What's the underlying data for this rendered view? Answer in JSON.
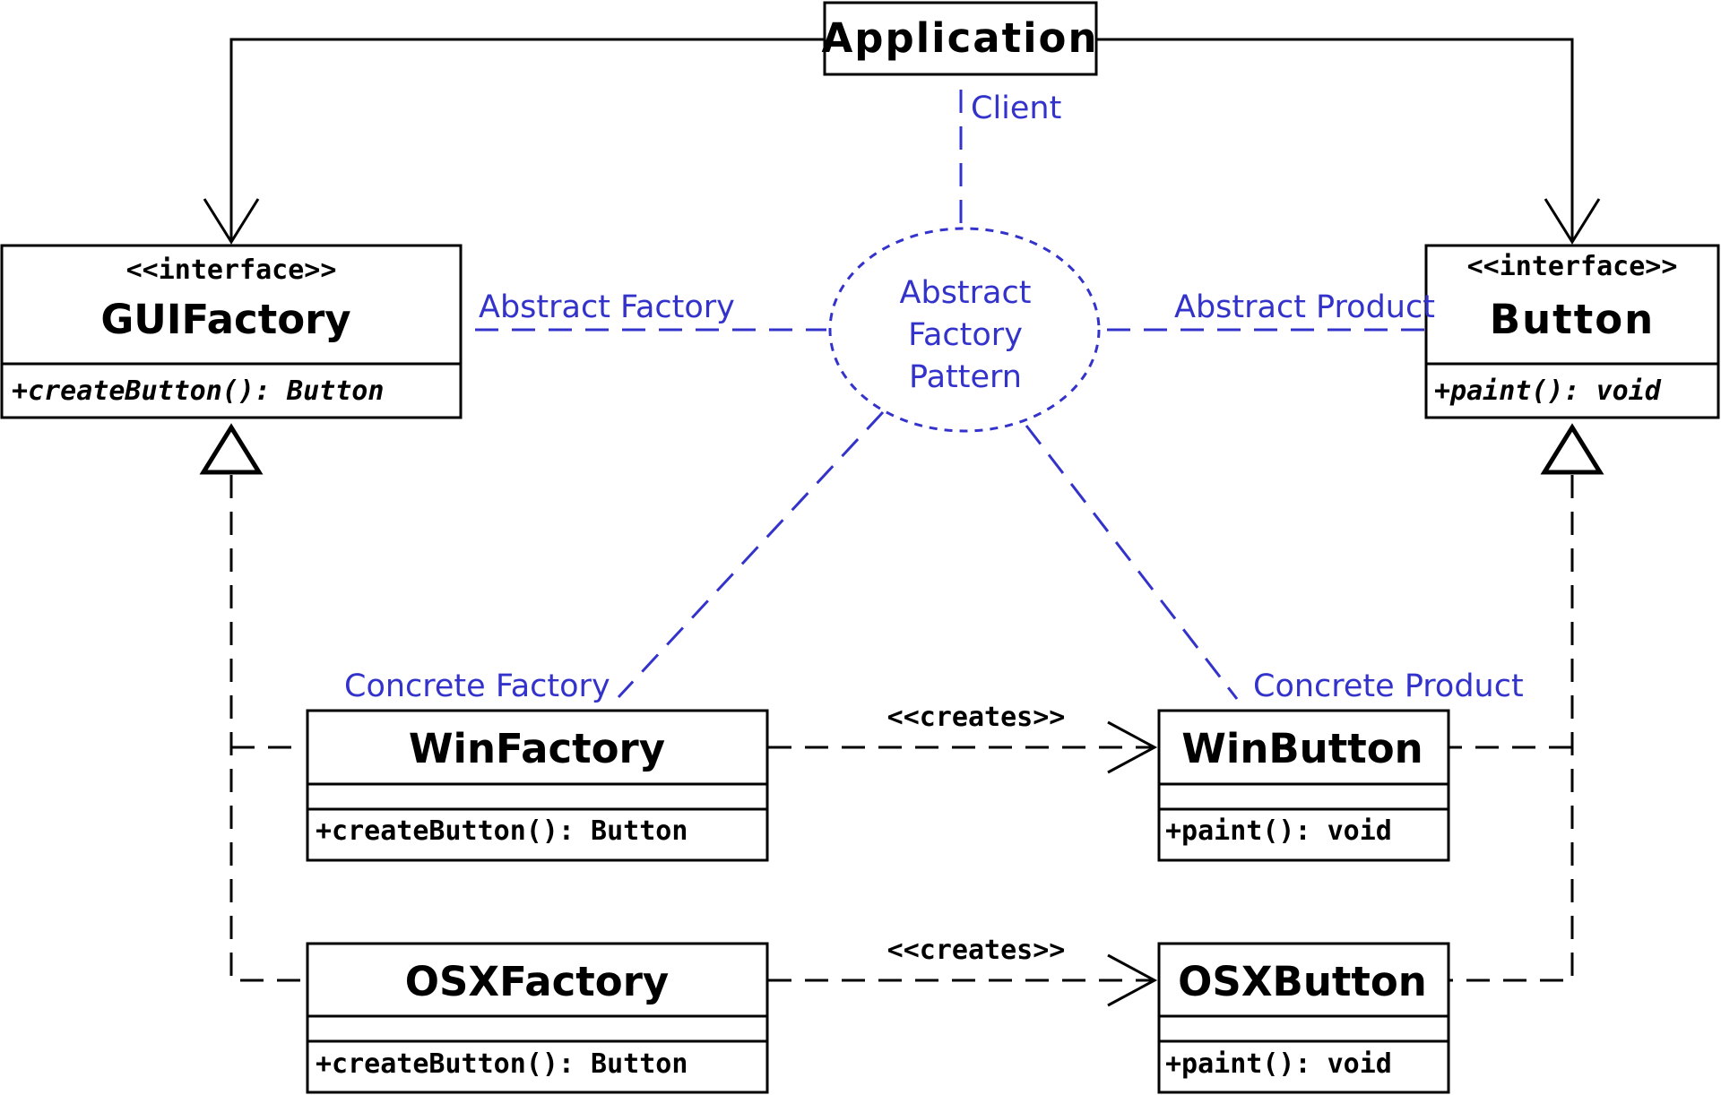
{
  "classes": {
    "application": {
      "name": "Application"
    },
    "gui_factory": {
      "stereotype": "<<interface>>",
      "name": "GUIFactory",
      "method": "+createButton(): Button"
    },
    "button": {
      "stereotype": "<<interface>>",
      "name": "Button",
      "method": "+paint(): void"
    },
    "win_factory": {
      "name": "WinFactory",
      "method": "+createButton(): Button"
    },
    "osx_factory": {
      "name": "OSXFactory",
      "method": "+createButton(): Button"
    },
    "win_button": {
      "name": "WinButton",
      "method": "+paint(): void"
    },
    "osx_button": {
      "name": "OSXButton",
      "method": "+paint(): void"
    }
  },
  "relations": {
    "win_creates": "<<creates>>",
    "osx_creates": "<<creates>>"
  },
  "annotations": {
    "client": "Client",
    "abstract_factory": "Abstract Factory",
    "abstract_product": "Abstract Product",
    "concrete_factory": "Concrete Factory",
    "concrete_product": "Concrete Product",
    "pattern_line1": "Abstract",
    "pattern_line2": "Factory",
    "pattern_line3": "Pattern"
  },
  "colors": {
    "uml": "#000000",
    "annotation": "#3333cc",
    "background": "#ffffff"
  }
}
